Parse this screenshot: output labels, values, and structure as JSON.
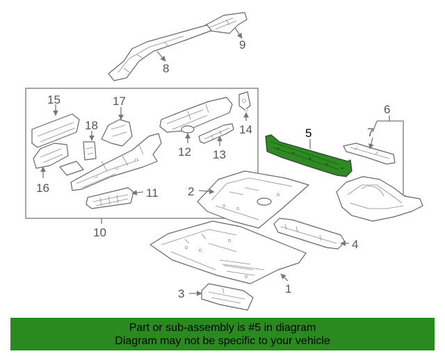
{
  "callouts": {
    "c1": "1",
    "c2": "2",
    "c3": "3",
    "c4": "4",
    "c5": "5",
    "c6": "6",
    "c7": "7",
    "c8": "8",
    "c9": "9",
    "c10": "10",
    "c11": "11",
    "c12": "12",
    "c13": "13",
    "c14": "14",
    "c15": "15",
    "c16": "16",
    "c17": "17",
    "c18": "18"
  },
  "highlight": {
    "part": "5",
    "color": "#2e8b22"
  },
  "footer": {
    "line1": "Part or sub-assembly is #5 in diagram",
    "line2": "Diagram may not be specific to your vehicle",
    "color": "#2a8a1f"
  }
}
